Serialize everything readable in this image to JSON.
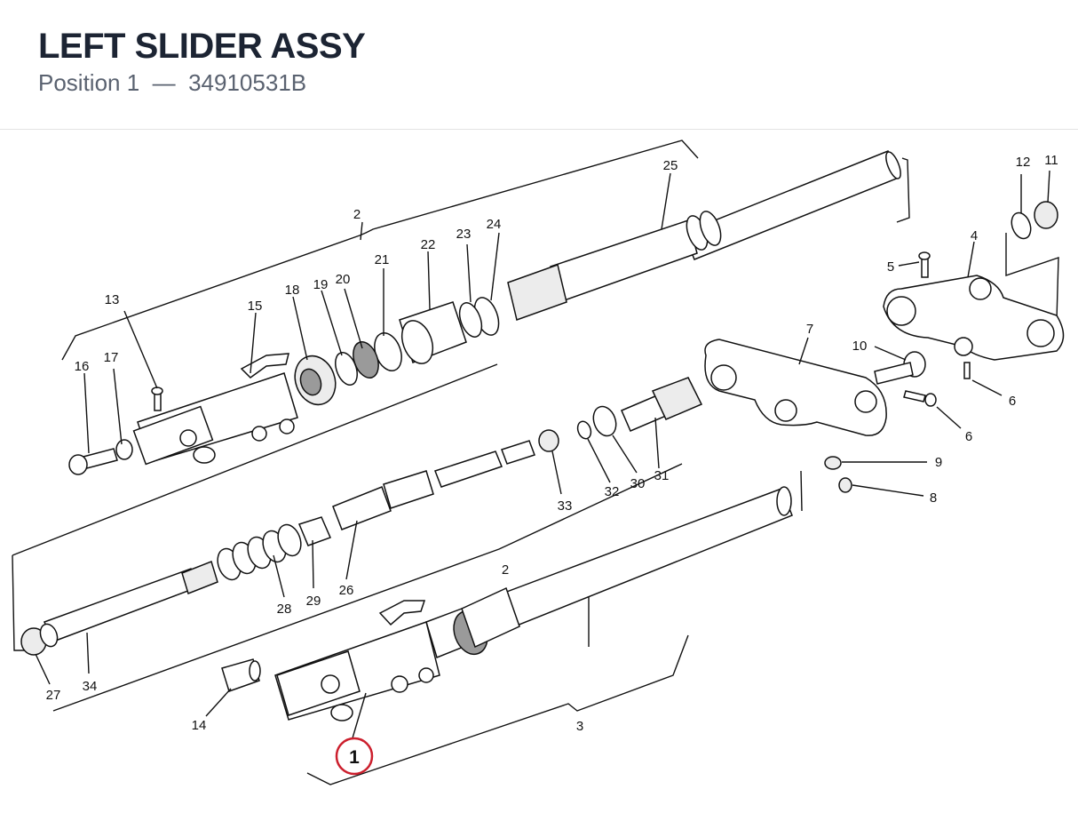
{
  "header": {
    "title": "LEFT SLIDER ASSY",
    "position_label": "Position 1",
    "separator": "—",
    "part_number": "34910531B"
  },
  "highlight": {
    "label": "1",
    "color": "#cc1f2d"
  },
  "callouts": {
    "c2a": "2",
    "c2b": "2",
    "c3": "3",
    "c4": "4",
    "c5": "5",
    "c6a": "6",
    "c6b": "6",
    "c7": "7",
    "c8": "8",
    "c9": "9",
    "c10": "10",
    "c11": "11",
    "c12": "12",
    "c13": "13",
    "c14": "14",
    "c15": "15",
    "c16": "16",
    "c17": "17",
    "c18": "18",
    "c19": "19",
    "c20": "20",
    "c21": "21",
    "c22": "22",
    "c23": "23",
    "c24": "24",
    "c25": "25",
    "c26": "26",
    "c27": "27",
    "c28": "28",
    "c29": "29",
    "c30": "30",
    "c31": "31",
    "c32": "32",
    "c33": "33",
    "c34": "34"
  }
}
